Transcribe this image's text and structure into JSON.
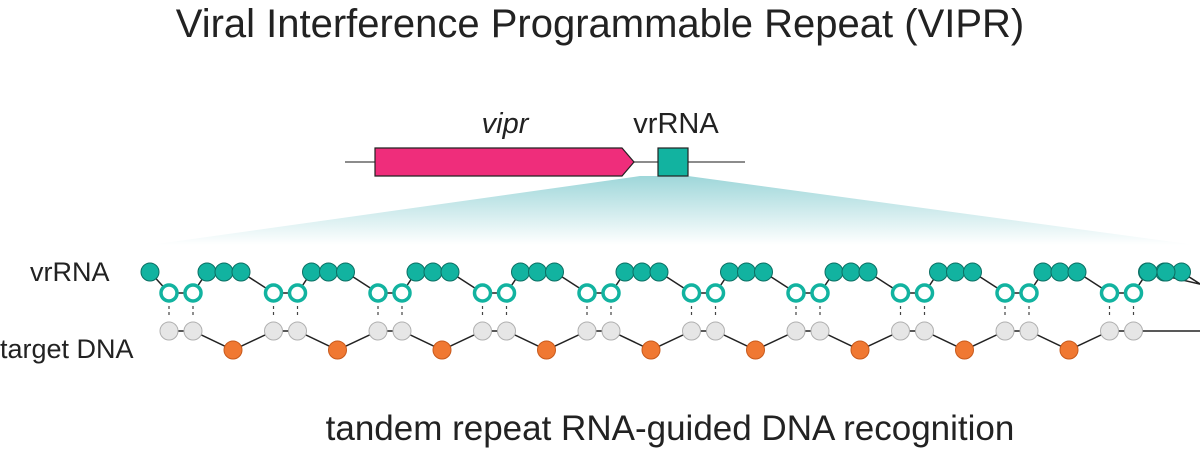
{
  "title": "Viral Interference Programmable Repeat (VIPR)",
  "gene": {
    "name": "vipr",
    "color": "#ef2d7b"
  },
  "repeat_box": {
    "name": "vrRNA",
    "color": "#12b3a0"
  },
  "rows": {
    "rna_label": "vrRNA",
    "dna_label": "target DNA"
  },
  "colors": {
    "rna": "#12b3a0",
    "dna_bound": "#e6e6e6",
    "dna_loop": "#f07832",
    "locus_line": "#666666"
  },
  "caption": "tandem repeat RNA-guided DNA recognition"
}
